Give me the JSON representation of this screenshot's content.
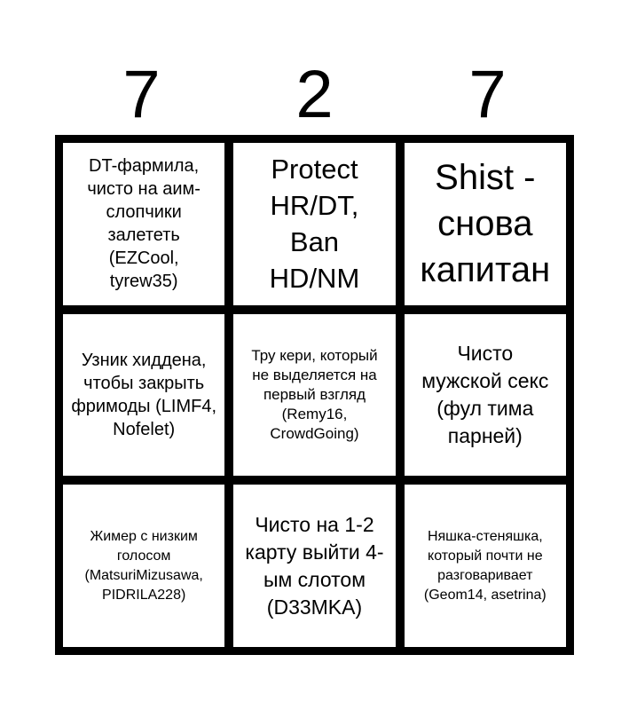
{
  "header": [
    "7",
    "2",
    "7"
  ],
  "cells": [
    {
      "text": "DT-фармила, чисто на аим-слопчики залететь (EZCool, tyrew35)"
    },
    {
      "text": "Protect HR/DT, Ban HD/NM"
    },
    {
      "text": "Shist - снова капитан"
    },
    {
      "text": "Узник хиддена, чтобы закрыть фримоды (LIMF4, Nofelet)"
    },
    {
      "text": "Тру кери, который не выделяется на первый взгляд (Remy16, CrowdGoing)"
    },
    {
      "text": "Чисто мужской секс (фул тима парней)"
    },
    {
      "text": "Жимер с низким голосом (MatsuriMizusawa, PIDRILA228)"
    },
    {
      "text": "Чисто на 1-2 карту выйти 4-ым слотом (D33MKA)"
    },
    {
      "text": "Няшка-стеняшка, который почти не разговаривает (Geom14, asetrina)"
    }
  ]
}
